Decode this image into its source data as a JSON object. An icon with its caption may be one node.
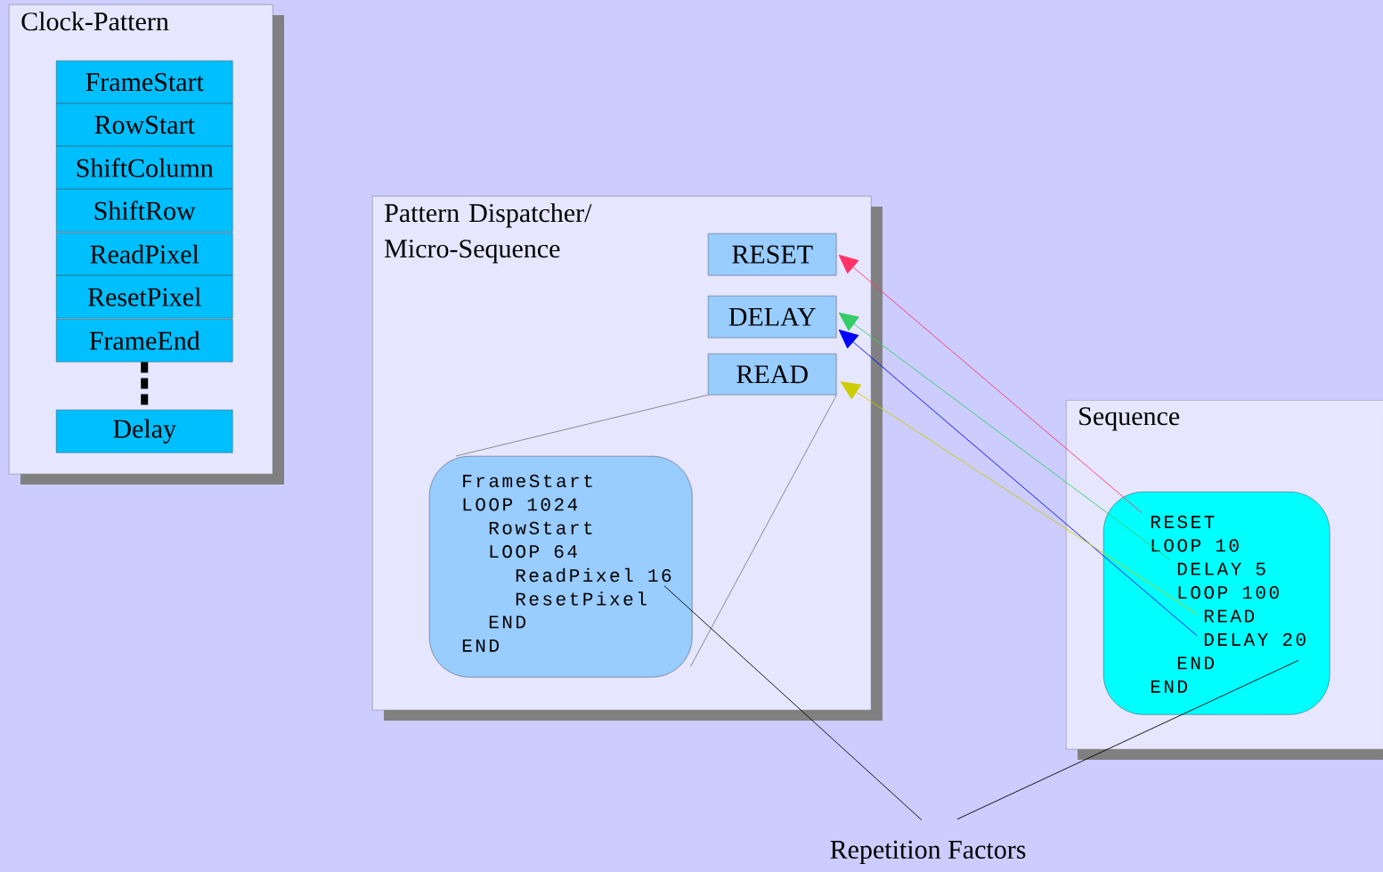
{
  "diagram": {
    "nodes": [
      {
        "text": [
          "Clock-Pattern"
        ]
      },
      {
        "text": [
          "FrameStart"
        ],
        "in": 0
      },
      {
        "text": [
          "RowStart"
        ],
        "in": 0
      },
      {
        "text": [
          "ShiftColumn"
        ],
        "in": 0
      },
      {
        "text": [
          "ShiftRow"
        ],
        "in": 0
      },
      {
        "text": [
          "ReadPixel"
        ],
        "in": 0
      },
      {
        "text": [
          "ResetPixel"
        ],
        "in": 0
      },
      {
        "text": [
          "FrameEnd"
        ],
        "in": 0
      },
      {
        "text": [
          "Delay"
        ],
        "in": 0
      },
      {
        "text": [
          "Pattern Dispatcher/ Micro-Sequence"
        ]
      },
      {
        "text": [
          "RESET"
        ],
        "in": 9
      },
      {
        "text": [
          "DELAY"
        ],
        "in": 9
      },
      {
        "text": [
          "READ"
        ],
        "in": 9
      },
      {
        "text": [],
        "shape": "box",
        "in": 9
      },
      {
        "text": [
          "FrameStart"
        ],
        "in": 13
      },
      {
        "text": [
          "LOOP 1024"
        ],
        "in": 13
      },
      {
        "text": [
          "RowStart"
        ],
        "in": 13
      },
      {
        "text": [
          "LOOP 64"
        ],
        "in": 13
      },
      {
        "text": [
          "ReadPixel 16"
        ],
        "in": 13
      },
      {
        "text": [
          "ResetPixel"
        ],
        "in": 13
      },
      {
        "text": [
          "END"
        ],
        "in": 13
      },
      {
        "text": [
          "END"
        ],
        "in": 13
      },
      {
        "text": [
          "Sequence"
        ]
      },
      {
        "text": [],
        "shape": "box",
        "in": 22
      },
      {
        "text": [
          "RESET"
        ],
        "in": 23
      },
      {
        "text": [
          "LOOP 10"
        ],
        "in": 23
      },
      {
        "text": [
          "DELAY 5"
        ],
        "in": 23
      },
      {
        "text": [
          "LOOP 100"
        ],
        "in": 23
      },
      {
        "text": [
          "READ"
        ],
        "in": 23
      },
      {
        "text": [
          "DELAY 20"
        ],
        "in": 23
      },
      {
        "text": [
          "END"
        ],
        "in": 23
      },
      {
        "text": [
          "END"
        ],
        "in": 23
      },
      {
        "text": [
          "Repetition Factors"
        ]
      }
    ],
    "edges": [
      {
        "from": 7,
        "to": 8,
        "arrow": "none",
        "style": "dashed"
      },
      {
        "from": 12,
        "to": 13,
        "arrow": "none",
        "color": "#808080"
      },
      {
        "from": 12,
        "to": 13,
        "arrow": "none",
        "color": "#808080"
      },
      {
        "from": 24,
        "to": 10,
        "arrow": "to",
        "color": "#ff3366"
      },
      {
        "from": 26,
        "to": 11,
        "arrow": "to",
        "color": "#33cc66"
      },
      {
        "from": 29,
        "to": 11,
        "arrow": "to",
        "color": "#0000ff"
      },
      {
        "from": 28,
        "to": 12,
        "arrow": "to",
        "color": "#cccc00"
      },
      {
        "from": 32,
        "to": 18,
        "arrow": "none"
      },
      {
        "from": 32,
        "to": 29,
        "arrow": "none"
      }
    ]
  }
}
